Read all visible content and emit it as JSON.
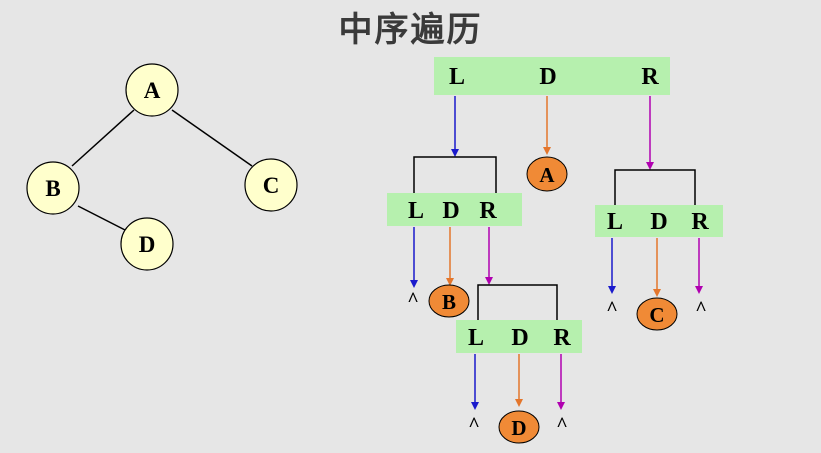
{
  "title": "中序遍历",
  "colors": {
    "background": "#e6e6e6",
    "tree_node_fill": "#ffffcc",
    "box_fill": "#b6f0ae",
    "visited_fill": "#f08a36",
    "left_arrow": "#1a1acc",
    "data_arrow": "#e4762c",
    "right_arrow": "#b000b0"
  },
  "tree": {
    "nodes": [
      "A",
      "B",
      "C",
      "D"
    ],
    "edges": [
      [
        "A",
        "B"
      ],
      [
        "A",
        "C"
      ],
      [
        "B",
        "D"
      ]
    ]
  },
  "traversal": {
    "labels": {
      "left": "L",
      "data": "D",
      "right": "R"
    },
    "null_symbol": "^",
    "visited": [
      "A",
      "B",
      "C",
      "D"
    ]
  }
}
